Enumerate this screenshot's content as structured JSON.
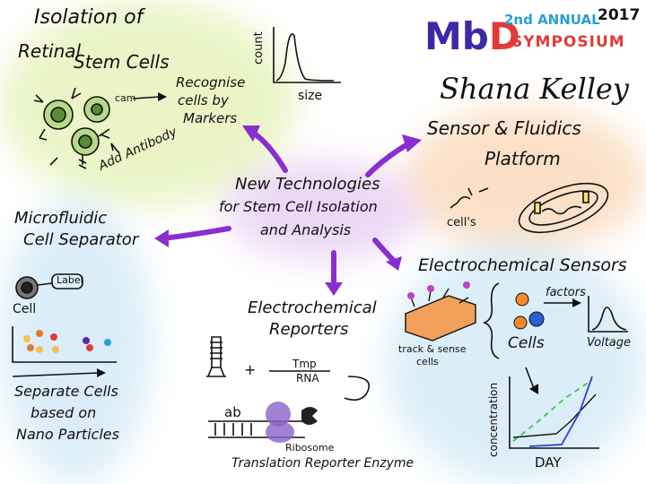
{
  "header": {
    "logo": "MbD",
    "annual": "2nd ANNUAL",
    "symposium": "SYMPOSIUM",
    "year": "2017",
    "speaker": "Shana Kelley",
    "colors": {
      "m": "#3b2aa8",
      "b": "#3b2aa8",
      "d": "#e23a3a",
      "annual": "#2a9fd6",
      "symposium": "#e23a3a"
    }
  },
  "center": {
    "line1": "New Technologies",
    "line2": "for Stem Cell Isolation",
    "line3": "and Analysis"
  },
  "isolation": {
    "title1": "Isolation of",
    "title2": "Retinal",
    "title3": "Stem Cells",
    "cell_label": "cam",
    "add_antibody": "Add Antibody",
    "recognise1": "Recognise",
    "recognise2": "cells by",
    "recognise3": "Markers",
    "chart_ylabel": "count",
    "chart_xlabel": "size"
  },
  "sensor": {
    "title1": "Sensor & Fluidics",
    "title2": "Platform",
    "cells_label": "cell's"
  },
  "microfluidic": {
    "title1": "Microfluidic",
    "title2": "Cell Separator",
    "label_tag": "Label",
    "cell_label": "Cell",
    "separate1": "Separate Cells",
    "separate2": "based on",
    "separate3": "Nano Particles"
  },
  "electrochemical": {
    "title": "Electrochemical Sensors",
    "track1": "track & sense",
    "track2": "cells",
    "factors": "factors",
    "cells": "Cells",
    "voltage": "Voltage",
    "ylabel": "concentration",
    "xlabel": "DAY"
  },
  "reporters": {
    "title1": "Electrochemical",
    "title2": "Reporters",
    "rna1": "Tmp",
    "rna2": "RNA",
    "ab": "ab",
    "plus": "+",
    "ribosome": "Ribosome",
    "footer": "Translation Reporter Enzyme"
  }
}
